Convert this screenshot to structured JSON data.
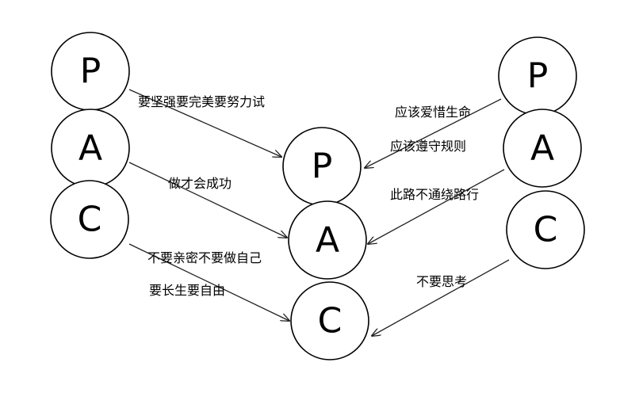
{
  "diagram": {
    "left_stack": {
      "top": "P",
      "middle": "A",
      "bottom": "C"
    },
    "center_stack": {
      "top": "P",
      "middle": "A",
      "bottom": "C"
    },
    "right_stack": {
      "top": "P",
      "middle": "A",
      "bottom": "C"
    },
    "left_messages": {
      "p_to_p": "要坚强要完美要努力试",
      "a_to_a": "做才会成功",
      "c_to_c_line1": "不要亲密不要做自己",
      "c_to_c_line2": "要长生要自由"
    },
    "right_messages": {
      "p_to_p_line1": "应该爱惜生命",
      "p_to_p_line2": "应该遵守规则",
      "a_to_a": "此路不通绕路行",
      "c_to_c": "不要思考"
    }
  }
}
